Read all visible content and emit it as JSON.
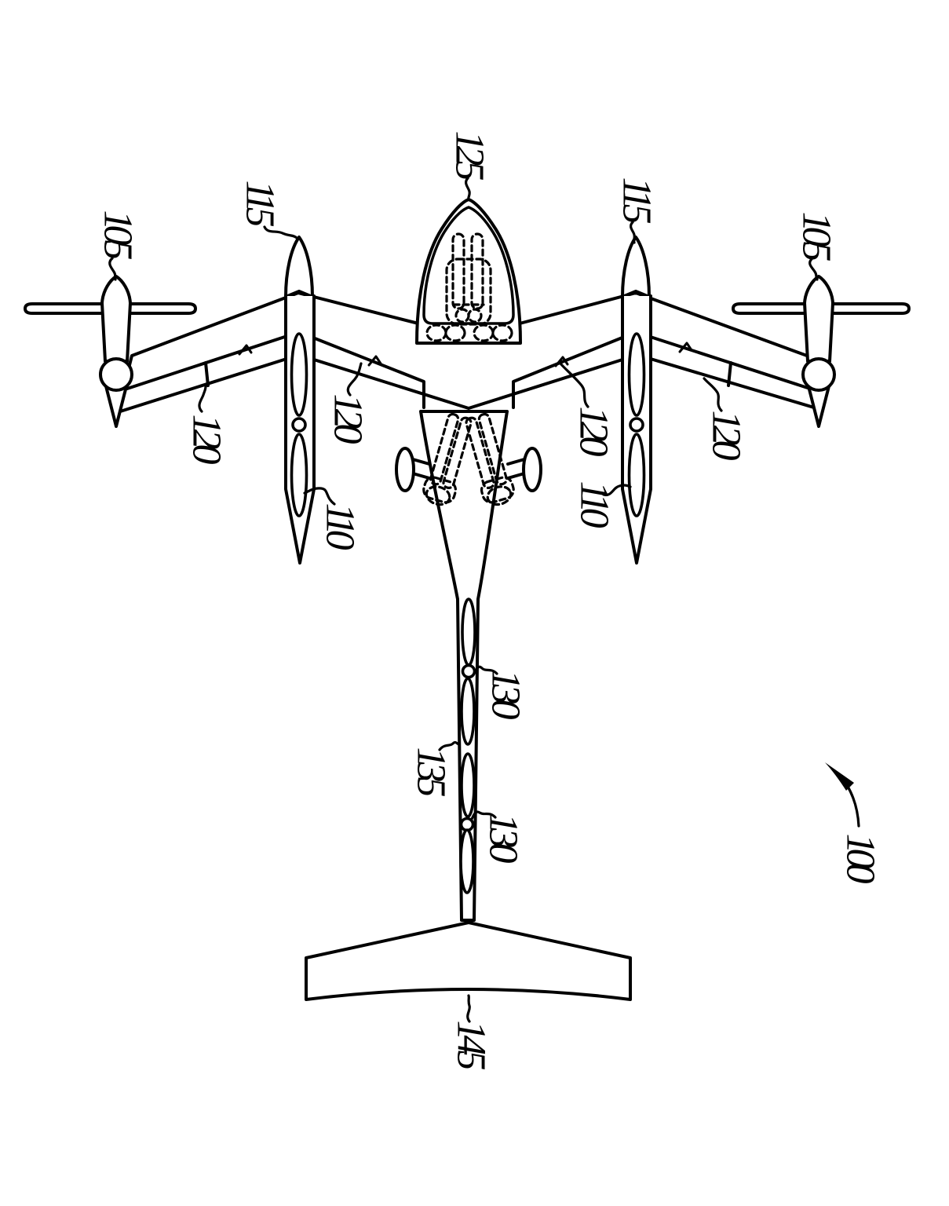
{
  "figure": {
    "kind": "patent-line-drawing",
    "view": "top plan view of VTOL aircraft",
    "line_color": "#000000",
    "background_color": "#ffffff"
  },
  "labels": {
    "ref_100": "100",
    "ref_105_left": "105",
    "ref_105_right": "105",
    "ref_110_left": "110",
    "ref_110_right": "110",
    "ref_115_left": "115",
    "ref_115_right": "115",
    "ref_120_left_outer": "120",
    "ref_120_left_inner": "120",
    "ref_120_right_inner": "120",
    "ref_120_right_outer": "120",
    "ref_125": "125",
    "ref_130_upper": "130",
    "ref_130_lower": "130",
    "ref_135": "135",
    "ref_145": "145"
  }
}
